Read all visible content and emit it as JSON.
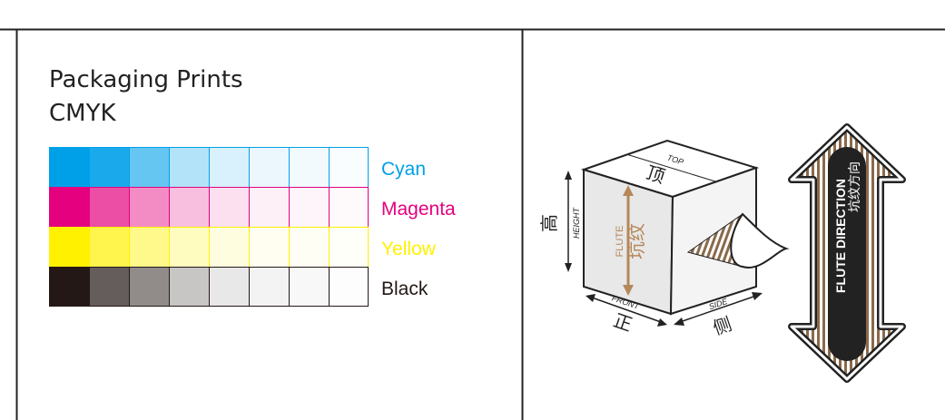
{
  "left_panel": {
    "title_line1": "Packaging Prints",
    "title_line2": "CMYK",
    "rows": [
      {
        "label": "Cyan",
        "color": "#00a0e9",
        "tints": [
          100,
          90,
          60,
          30,
          15,
          8,
          5,
          2
        ]
      },
      {
        "label": "Magenta",
        "color": "#e4007f",
        "tints": [
          100,
          70,
          45,
          25,
          12,
          6,
          4,
          2
        ]
      },
      {
        "label": "Yellow",
        "color": "#fff100",
        "tints": [
          100,
          70,
          45,
          25,
          12,
          6,
          4,
          2
        ]
      },
      {
        "label": "Black",
        "color": "#231815",
        "tints": [
          100,
          70,
          50,
          25,
          10,
          5,
          3,
          1
        ]
      }
    ]
  },
  "box_diagram": {
    "top": "TOP",
    "top_cn": "顶",
    "height": "HEIGHT",
    "height_cn": "高",
    "front": "FRONT",
    "front_cn": "正",
    "side": "SIDE",
    "side_cn": "侧",
    "flute": "FLUTE",
    "flute_cn": "坑纹",
    "flute_color": "#b5885a"
  },
  "flute_arrow": {
    "label": "FLUTE DIRECTION",
    "label_cn": "坑纹方向",
    "stripe_color": "#8a6a4a"
  }
}
